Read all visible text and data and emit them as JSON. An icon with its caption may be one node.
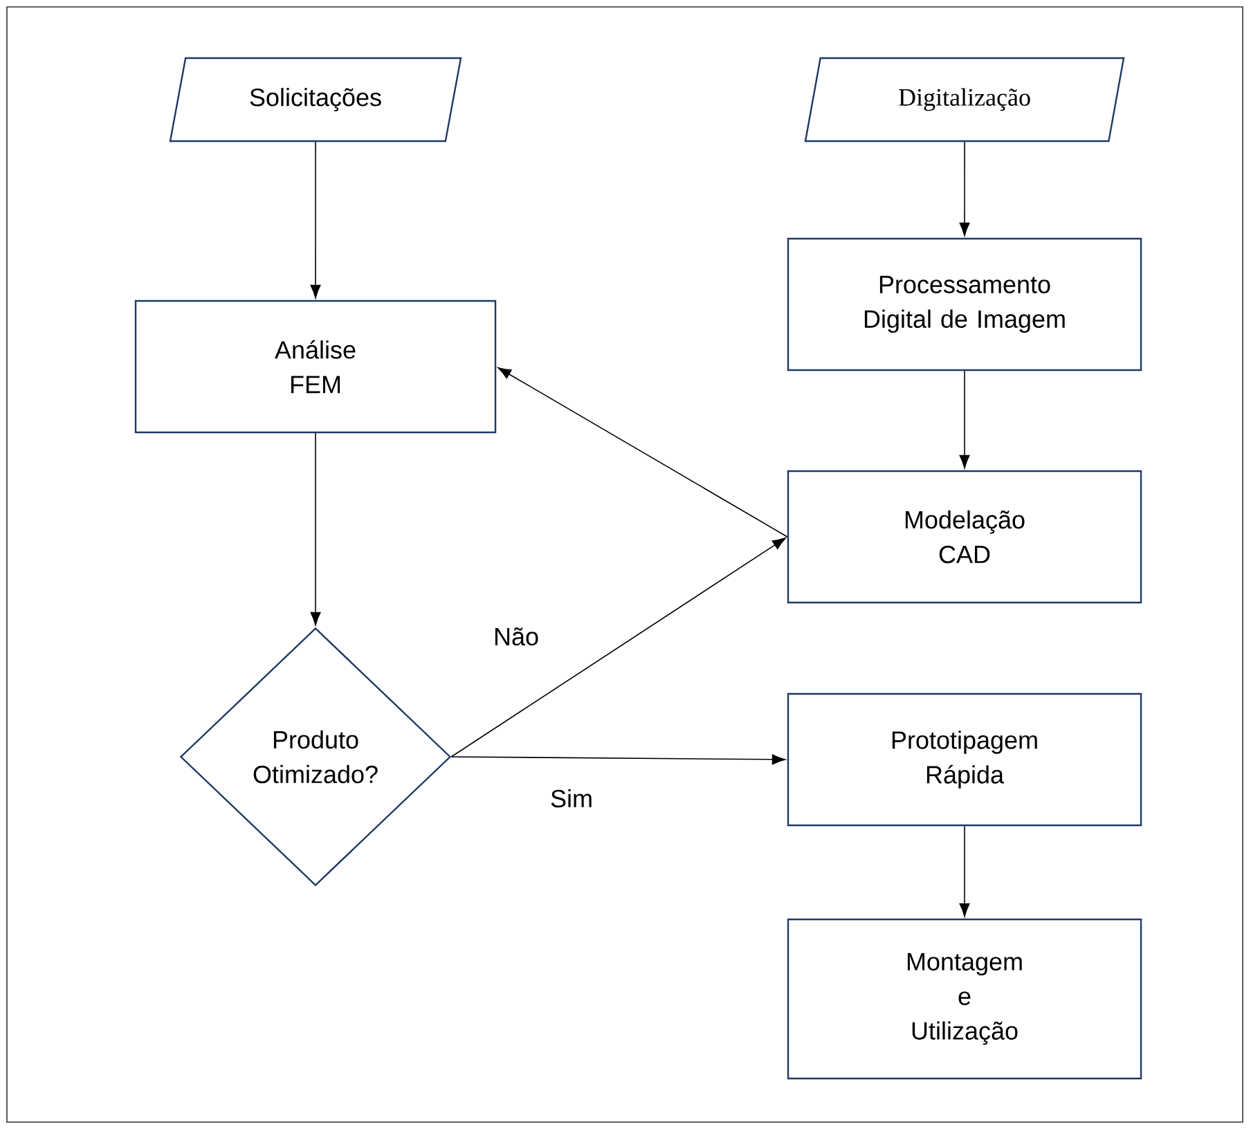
{
  "diagram": {
    "nodes": [
      {
        "text": [
          "Solicitações"
        ]
      },
      {
        "text": [
          "Digitalização"
        ]
      },
      {
        "text": [
          "Processamento Digital de Imagem"
        ]
      },
      {
        "text": [
          "Análise FEM"
        ]
      },
      {
        "text": [
          "Modelação CAD"
        ]
      },
      {
        "text": [
          "Produto Otimizado?"
        ]
      },
      {
        "text": [
          "Prototipagem Rápida"
        ]
      },
      {
        "text": [
          "Montagem e Utilização"
        ]
      }
    ],
    "edges": [
      {
        "from": 0,
        "to": 3,
        "arrow": "to"
      },
      {
        "from": 1,
        "to": 2,
        "arrow": "to"
      },
      {
        "from": 2,
        "to": 4,
        "arrow": "to"
      },
      {
        "from": 4,
        "to": 3,
        "arrow": "to"
      },
      {
        "from": 3,
        "to": 5,
        "arrow": "to"
      },
      {
        "from": 5,
        "to": 4,
        "arrow": "to",
        "label": "Não"
      },
      {
        "from": 5,
        "to": 6,
        "arrow": "to",
        "label": "Sim"
      },
      {
        "from": 6,
        "to": 7,
        "arrow": "to"
      }
    ]
  }
}
